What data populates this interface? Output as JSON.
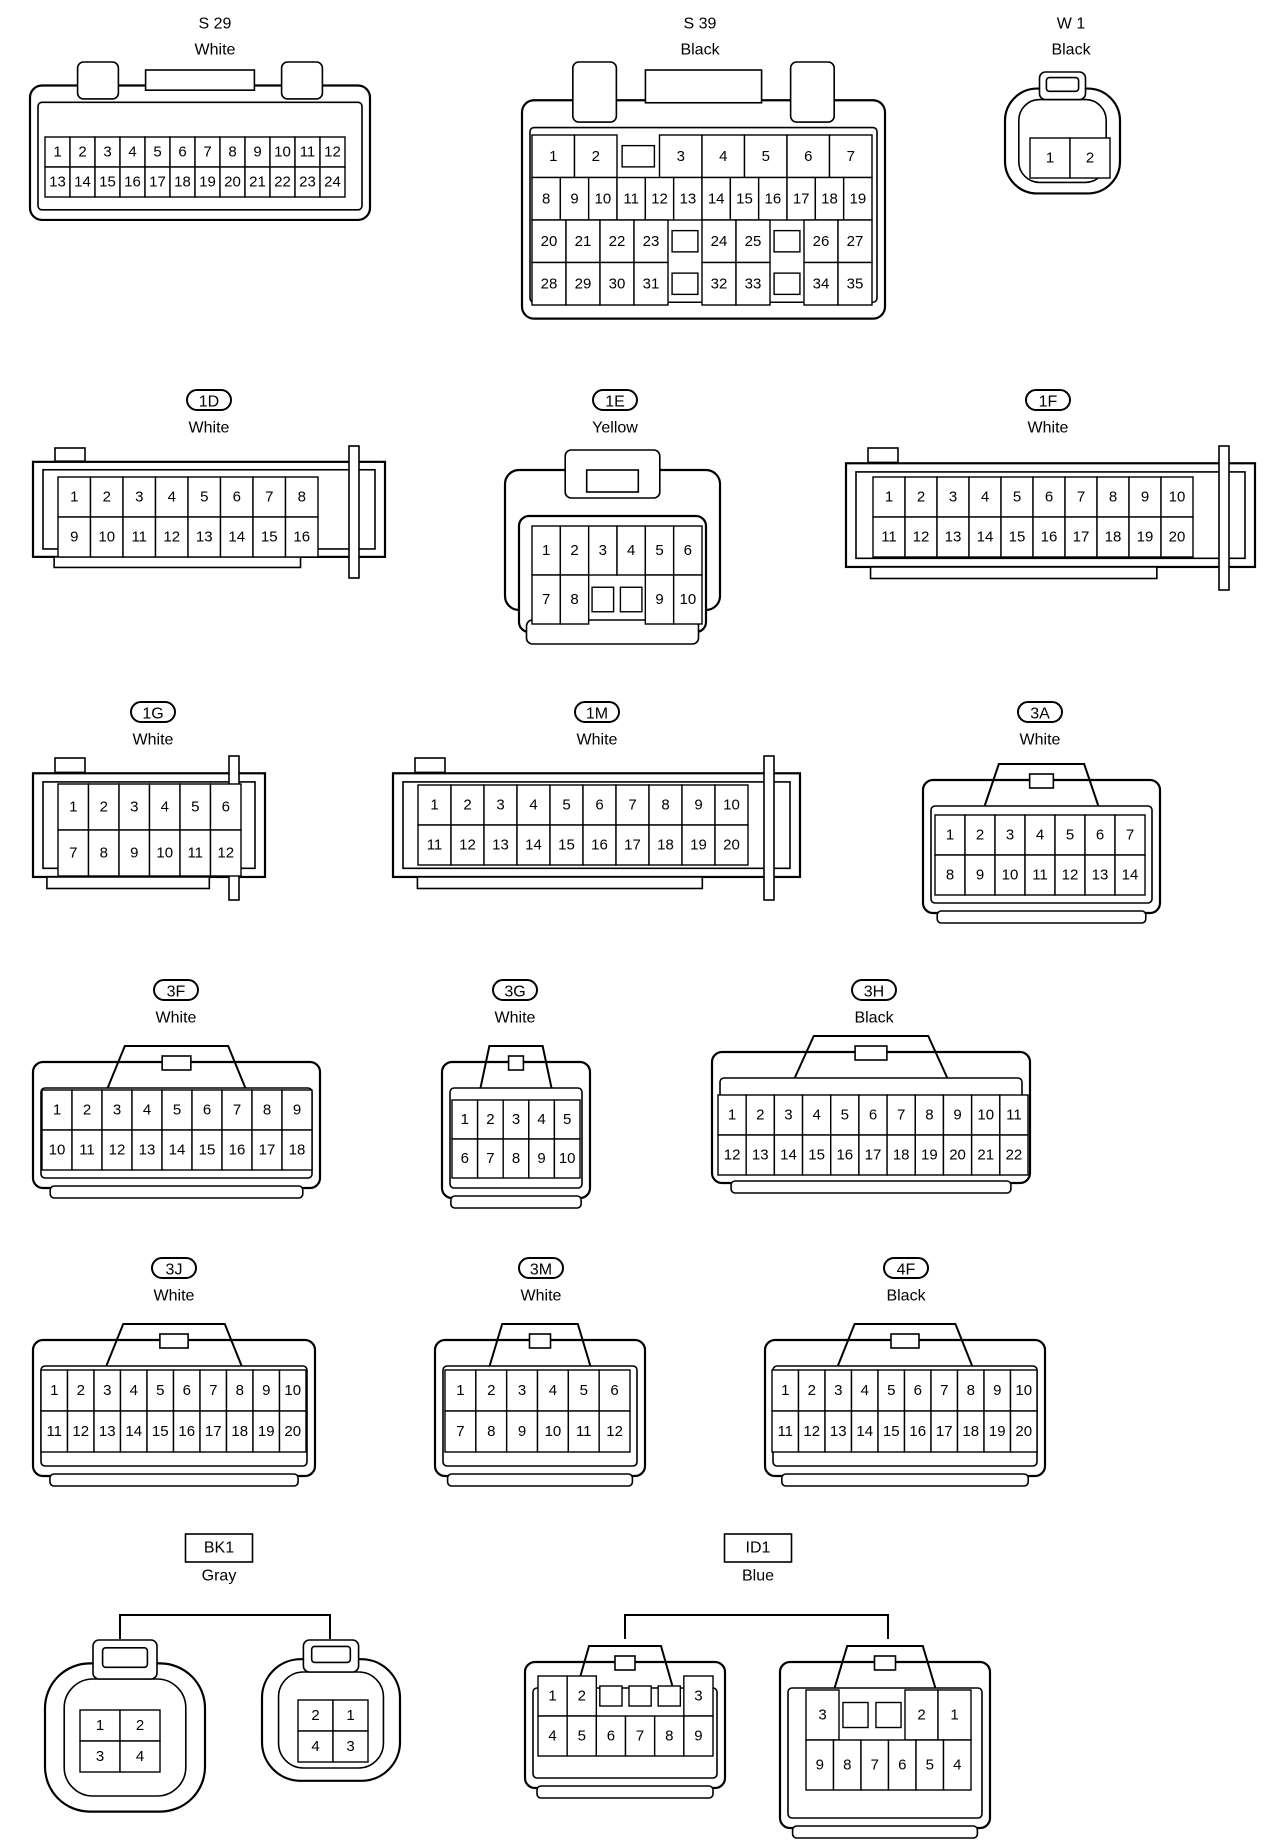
{
  "connectors": [
    {
      "id": "s29",
      "code": "S 29",
      "code_style": "plain",
      "color": "White",
      "style": "wide",
      "pins": [
        [
          "1",
          "2",
          "3",
          "4",
          "5",
          "6",
          "7",
          "8",
          "9",
          "10",
          "11",
          "12"
        ],
        [
          "13",
          "14",
          "15",
          "16",
          "17",
          "18",
          "19",
          "20",
          "21",
          "22",
          "23",
          "24"
        ]
      ]
    },
    {
      "id": "s39",
      "code": "S 39",
      "code_style": "plain",
      "color": "Black",
      "style": "wide",
      "pins": [
        [
          "1",
          "2",
          "",
          "3",
          "4",
          "5",
          "6",
          "7"
        ],
        [
          "8",
          "9",
          "10",
          "11",
          "12",
          "13",
          "14",
          "15",
          "16",
          "17",
          "18",
          "19"
        ],
        [
          "20",
          "21",
          "22",
          "23",
          "",
          "24",
          "25",
          "",
          "26",
          "27"
        ],
        [
          "28",
          "29",
          "30",
          "31",
          "",
          "32",
          "33",
          "",
          "34",
          "35"
        ]
      ]
    },
    {
      "id": "w1",
      "code": "W 1",
      "code_style": "plain",
      "color": "Black",
      "style": "round",
      "pins": [
        [
          "1",
          "2"
        ]
      ]
    },
    {
      "id": "1d",
      "code": "1D",
      "code_style": "pill",
      "color": "White",
      "style": "slim",
      "pins": [
        [
          "1",
          "2",
          "3",
          "4",
          "5",
          "6",
          "7",
          "8"
        ],
        [
          "9",
          "10",
          "11",
          "12",
          "13",
          "14",
          "15",
          "16"
        ]
      ]
    },
    {
      "id": "1e",
      "code": "1E",
      "code_style": "pill",
      "color": "Yellow",
      "style": "boxy",
      "pins": [
        [
          "1",
          "2",
          "3",
          "4",
          "5",
          "6"
        ],
        [
          "7",
          "8",
          "",
          "",
          "9",
          "10"
        ]
      ]
    },
    {
      "id": "1f",
      "code": "1F",
      "code_style": "pill",
      "color": "White",
      "style": "slim",
      "pins": [
        [
          "1",
          "2",
          "3",
          "4",
          "5",
          "6",
          "7",
          "8",
          "9",
          "10"
        ],
        [
          "11",
          "12",
          "13",
          "14",
          "15",
          "16",
          "17",
          "18",
          "19",
          "20"
        ]
      ]
    },
    {
      "id": "1g",
      "code": "1G",
      "code_style": "pill",
      "color": "White",
      "style": "slim",
      "pins": [
        [
          "1",
          "2",
          "3",
          "4",
          "5",
          "6"
        ],
        [
          "7",
          "8",
          "9",
          "10",
          "11",
          "12"
        ]
      ]
    },
    {
      "id": "1m",
      "code": "1M",
      "code_style": "pill",
      "color": "White",
      "style": "slim",
      "pins": [
        [
          "1",
          "2",
          "3",
          "4",
          "5",
          "6",
          "7",
          "8",
          "9",
          "10"
        ],
        [
          "11",
          "12",
          "13",
          "14",
          "15",
          "16",
          "17",
          "18",
          "19",
          "20"
        ]
      ]
    },
    {
      "id": "3a",
      "code": "3A",
      "code_style": "pill",
      "color": "White",
      "style": "latch",
      "pins": [
        [
          "1",
          "2",
          "3",
          "4",
          "5",
          "6",
          "7"
        ],
        [
          "8",
          "9",
          "10",
          "11",
          "12",
          "13",
          "14"
        ]
      ]
    },
    {
      "id": "3f",
      "code": "3F",
      "code_style": "pill",
      "color": "White",
      "style": "latch",
      "pins": [
        [
          "1",
          "2",
          "3",
          "4",
          "5",
          "6",
          "7",
          "8",
          "9"
        ],
        [
          "10",
          "11",
          "12",
          "13",
          "14",
          "15",
          "16",
          "17",
          "18"
        ]
      ]
    },
    {
      "id": "3g",
      "code": "3G",
      "code_style": "pill",
      "color": "White",
      "style": "latch",
      "pins": [
        [
          "1",
          "2",
          "3",
          "4",
          "5"
        ],
        [
          "6",
          "7",
          "8",
          "9",
          "10"
        ]
      ]
    },
    {
      "id": "3h",
      "code": "3H",
      "code_style": "pill",
      "color": "Black",
      "style": "latch",
      "pins": [
        [
          "1",
          "2",
          "3",
          "4",
          "5",
          "6",
          "7",
          "8",
          "9",
          "10",
          "11"
        ],
        [
          "12",
          "13",
          "14",
          "15",
          "16",
          "17",
          "18",
          "19",
          "20",
          "21",
          "22"
        ]
      ]
    },
    {
      "id": "3j",
      "code": "3J",
      "code_style": "pill",
      "color": "White",
      "style": "latch",
      "pins": [
        [
          "1",
          "2",
          "3",
          "4",
          "5",
          "6",
          "7",
          "8",
          "9",
          "10"
        ],
        [
          "11",
          "12",
          "13",
          "14",
          "15",
          "16",
          "17",
          "18",
          "19",
          "20"
        ]
      ]
    },
    {
      "id": "3m",
      "code": "3M",
      "code_style": "pill",
      "color": "White",
      "style": "latch",
      "pins": [
        [
          "1",
          "2",
          "3",
          "4",
          "5",
          "6"
        ],
        [
          "7",
          "8",
          "9",
          "10",
          "11",
          "12"
        ]
      ]
    },
    {
      "id": "4f",
      "code": "4F",
      "code_style": "pill",
      "color": "Black",
      "style": "latch",
      "pins": [
        [
          "1",
          "2",
          "3",
          "4",
          "5",
          "6",
          "7",
          "8",
          "9",
          "10"
        ],
        [
          "11",
          "12",
          "13",
          "14",
          "15",
          "16",
          "17",
          "18",
          "19",
          "20"
        ]
      ]
    }
  ],
  "connector_pairs": [
    {
      "id": "bk1",
      "code": "BK1",
      "code_style": "box",
      "color": "Gray",
      "left": {
        "style": "round",
        "pins": [
          [
            "1",
            "2"
          ],
          [
            "3",
            "4"
          ]
        ]
      },
      "right": {
        "style": "round",
        "pins": [
          [
            "2",
            "1"
          ],
          [
            "4",
            "3"
          ]
        ]
      }
    },
    {
      "id": "id1",
      "code": "ID1",
      "code_style": "box",
      "color": "Blue",
      "left": {
        "style": "latch",
        "pins": [
          [
            "1",
            "2",
            "",
            "",
            "",
            "3"
          ],
          [
            "4",
            "5",
            "6",
            "7",
            "8",
            "9"
          ]
        ]
      },
      "right": {
        "style": "latch",
        "pins": [
          [
            "3",
            "",
            "",
            "2",
            "1"
          ],
          [
            "9",
            "8",
            "7",
            "6",
            "5",
            "4"
          ]
        ]
      }
    }
  ]
}
